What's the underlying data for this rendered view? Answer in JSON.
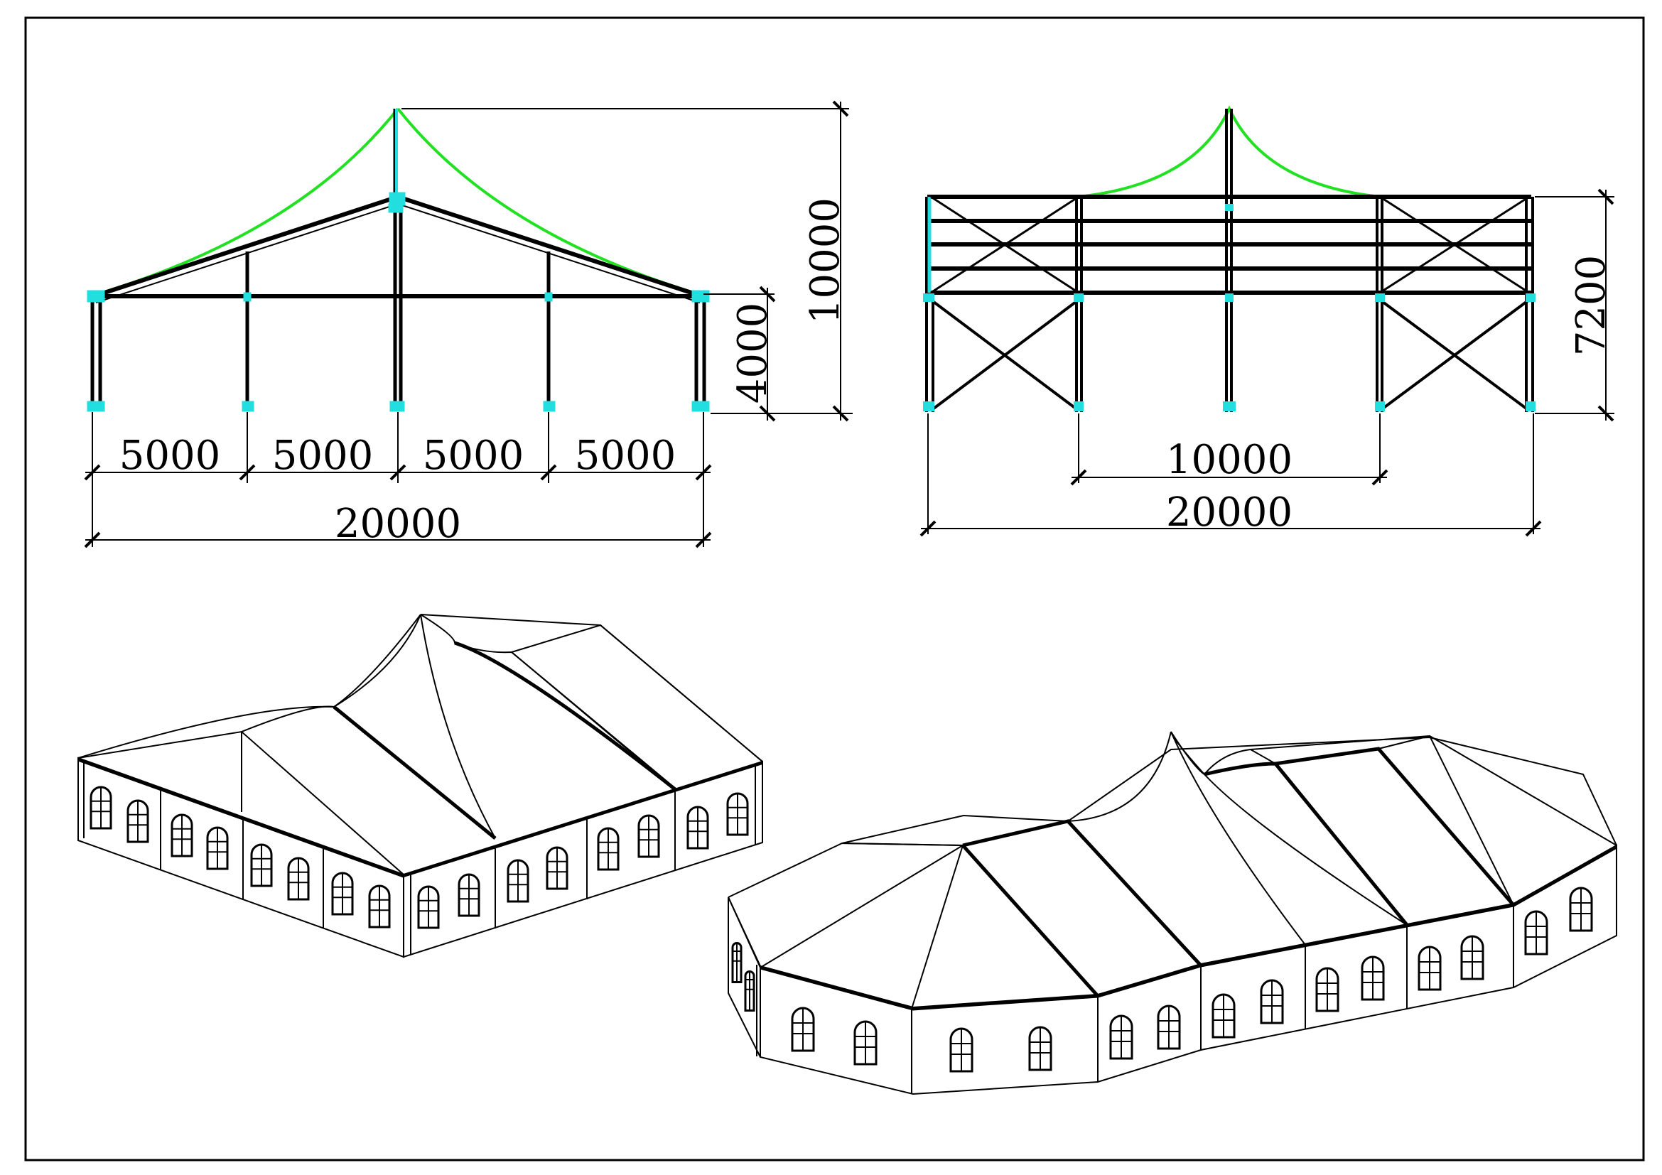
{
  "front_elevation": {
    "bay_widths": [
      "5000",
      "5000",
      "5000",
      "5000"
    ],
    "total_width": "20000",
    "eave_height": "4000",
    "peak_height": "10000"
  },
  "side_elevation": {
    "center_span": "10000",
    "total_width": "20000",
    "height": "7200"
  },
  "colors": {
    "line": "#000000",
    "membrane": "#22e022",
    "fittings": "#22dede"
  }
}
